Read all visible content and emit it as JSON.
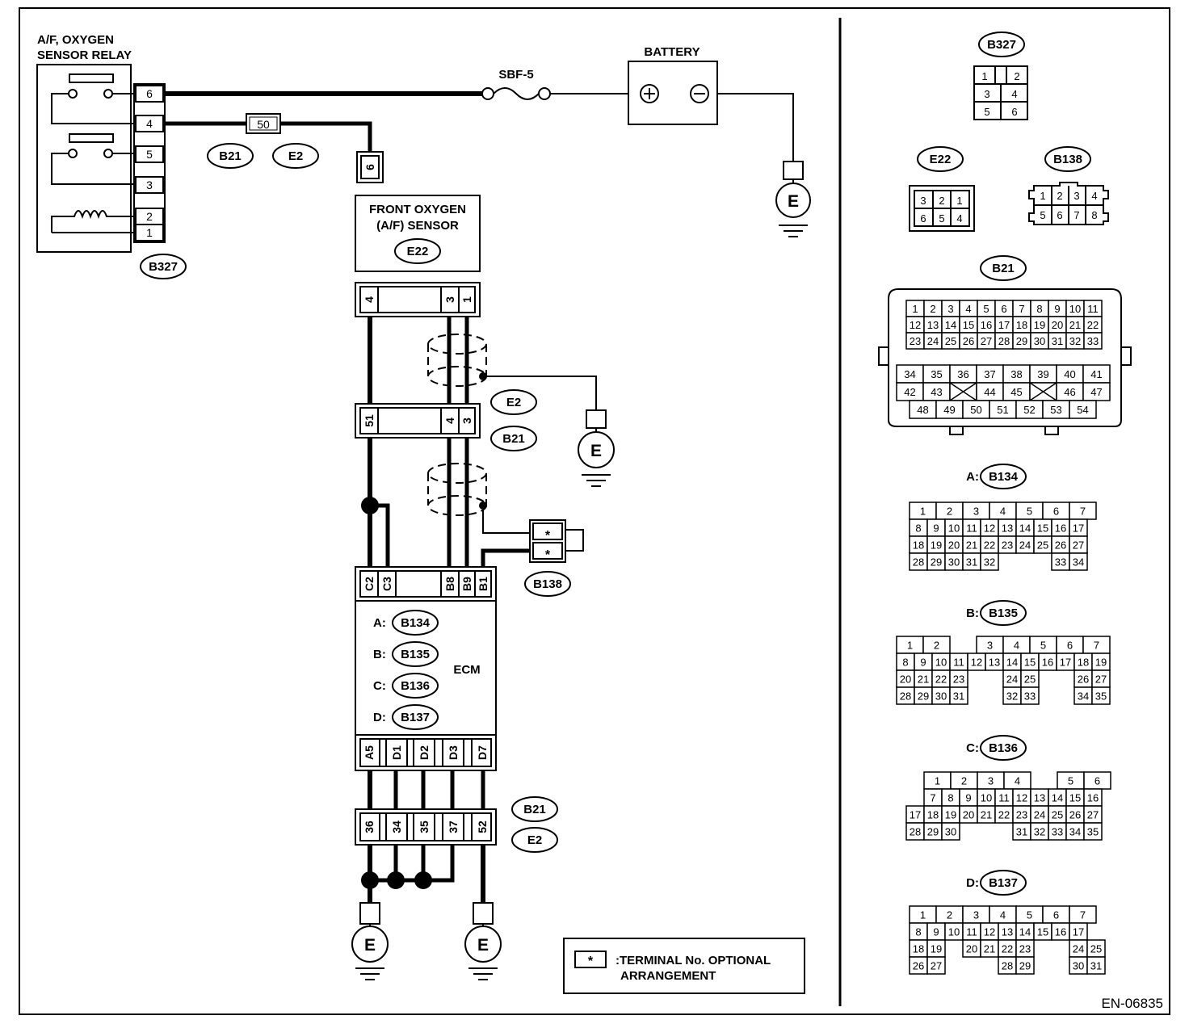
{
  "doc_code": "EN-06835",
  "relay": {
    "title_line1": "A/F, OXYGEN",
    "title_line2": "SENSOR RELAY",
    "connector": "B327",
    "pins": [
      "6",
      "4",
      "5",
      "3",
      "2",
      "1"
    ]
  },
  "fuse": {
    "label": "SBF-5",
    "box_number": "50"
  },
  "battery": {
    "label": "BATTERY"
  },
  "sensor": {
    "title_line1": "FRONT OXYGEN",
    "title_line2": "(A/F) SENSOR",
    "connector": "E22",
    "top_pin": "6",
    "bottom_pins": [
      "4",
      "3",
      "1"
    ]
  },
  "ecm": {
    "label": "ECM",
    "connectors": [
      {
        "letter": "A:",
        "code": "B134"
      },
      {
        "letter": "B:",
        "code": "B135"
      },
      {
        "letter": "C:",
        "code": "B136"
      },
      {
        "letter": "D:",
        "code": "B137"
      }
    ],
    "top_pins": [
      "C2",
      "C3",
      "B8",
      "B9",
      "B1"
    ],
    "bottom_pins": [
      "A5",
      "D1",
      "D2",
      "D3",
      "D7"
    ]
  },
  "joint_connectors": {
    "mid_pins": [
      "51",
      "4",
      "3"
    ],
    "bottom_pins": [
      "36",
      "34",
      "35",
      "37",
      "52"
    ],
    "tags": [
      "B21",
      "E2",
      "E2",
      "B21",
      "B21",
      "E2"
    ]
  },
  "b138_terminals": [
    "*",
    "*"
  ],
  "b138_label": "B138",
  "ground_symbol": "E",
  "legend": {
    "symbol": "*",
    "line1": ":TERMINAL No. OPTIONAL",
    "line2": "ARRANGEMENT"
  },
  "right_panel": {
    "B327": {
      "code": "B327",
      "rows": [
        [
          "1",
          "2"
        ],
        [
          "3",
          "4"
        ],
        [
          "5",
          "6"
        ]
      ]
    },
    "E22": {
      "code": "E22",
      "rows": [
        [
          "3",
          "2",
          "1"
        ],
        [
          "6",
          "5",
          "4"
        ]
      ]
    },
    "B138": {
      "code": "B138",
      "rows": [
        [
          "1",
          "2",
          "3",
          "4"
        ],
        [
          "5",
          "6",
          "7",
          "8"
        ]
      ]
    },
    "B21": {
      "code": "B21",
      "upper_rows": [
        [
          "1",
          "2",
          "3",
          "4",
          "5",
          "6",
          "7",
          "8",
          "9",
          "10",
          "11"
        ],
        [
          "12",
          "13",
          "14",
          "15",
          "16",
          "17",
          "18",
          "19",
          "20",
          "21",
          "22"
        ],
        [
          "23",
          "24",
          "25",
          "26",
          "27",
          "28",
          "29",
          "30",
          "31",
          "32",
          "33"
        ]
      ],
      "lower_rows": [
        [
          "34",
          "35",
          "36",
          "37",
          "38",
          "39",
          "40",
          "41"
        ],
        [
          "42",
          "43",
          "",
          "44",
          "45",
          "",
          "46",
          "47"
        ],
        [
          "48",
          "49",
          "50",
          "51",
          "52",
          "53",
          "54"
        ]
      ]
    },
    "B134": {
      "prefix": "A:",
      "code": "B134",
      "rows": [
        [
          "1",
          "2",
          "3",
          "4",
          "5",
          "6",
          "7"
        ],
        [
          "8",
          "9",
          "10",
          "11",
          "12",
          "13",
          "14",
          "15",
          "16",
          "17"
        ],
        [
          "18",
          "19",
          "20",
          "21",
          "22",
          "23",
          "24",
          "25",
          "26",
          "27"
        ],
        [
          "28",
          "29",
          "30",
          "31",
          "32",
          "",
          "",
          "",
          "33",
          "34"
        ]
      ]
    },
    "B135": {
      "prefix": "B:",
      "code": "B135",
      "rows": [
        [
          "1",
          "2",
          "",
          "3",
          "4",
          "5",
          "6",
          "7"
        ],
        [
          "8",
          "9",
          "10",
          "11",
          "12",
          "13",
          "14",
          "15",
          "16",
          "17",
          "18",
          "19"
        ],
        [
          "20",
          "21",
          "22",
          "23",
          "",
          "",
          "24",
          "25",
          "",
          "",
          "26",
          "27"
        ],
        [
          "28",
          "29",
          "30",
          "31",
          "",
          "",
          "32",
          "33",
          "",
          "",
          "34",
          "35"
        ]
      ]
    },
    "B136": {
      "prefix": "C:",
      "code": "B136",
      "rows": [
        [
          "1",
          "2",
          "3",
          "4",
          "",
          "5",
          "6"
        ],
        [
          "7",
          "8",
          "9",
          "10",
          "11",
          "12",
          "13",
          "14",
          "15",
          "16"
        ],
        [
          "17",
          "18",
          "19",
          "20",
          "21",
          "22",
          "23",
          "24",
          "25",
          "26",
          "27"
        ],
        [
          "28",
          "29",
          "30",
          "",
          "",
          "",
          "31",
          "32",
          "33",
          "34",
          "35"
        ]
      ]
    },
    "B137": {
      "prefix": "D:",
      "code": "B137",
      "rows": [
        [
          "1",
          "2",
          "3",
          "4",
          "5",
          "6",
          "7"
        ],
        [
          "8",
          "9",
          "10",
          "11",
          "12",
          "13",
          "14",
          "15",
          "16",
          "17"
        ],
        [
          "18",
          "19",
          "",
          "20",
          "21",
          "22",
          "23",
          "",
          "",
          "24",
          "25"
        ],
        [
          "26",
          "27",
          "",
          "",
          "",
          "28",
          "29",
          "",
          "",
          "30",
          "31"
        ]
      ]
    }
  }
}
